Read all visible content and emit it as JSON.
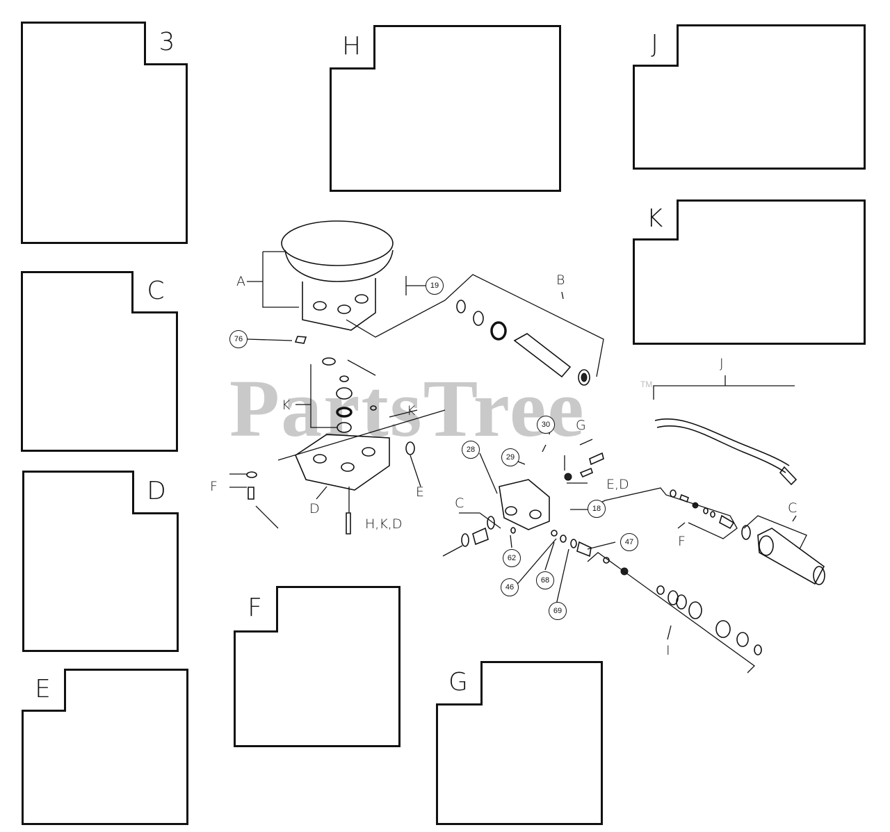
{
  "watermark": {
    "brand": "PartsTree",
    "trademark": "TM"
  },
  "panels": {
    "b": "3",
    "h": "H",
    "j": "J",
    "k": "K",
    "c": "C",
    "d": "D",
    "e": "E",
    "f": "F",
    "g": "G"
  },
  "labels": {
    "a": "A",
    "b": "B",
    "j": "J",
    "k_left": "K",
    "k_right": "K",
    "f_left": "F",
    "d_main": "D",
    "e_main": "E",
    "hkd": "H,K,D",
    "g_main": "G",
    "ed": "E,D",
    "c_left": "C",
    "f_right": "F",
    "c_right": "C",
    "i_main": "I"
  },
  "callouts": {
    "n19": "19",
    "n76": "76",
    "n30": "30",
    "n28": "28",
    "n29": "29",
    "n18": "18",
    "n47": "47",
    "n62": "62",
    "n46": "46",
    "n68": "68",
    "n69": "69"
  }
}
